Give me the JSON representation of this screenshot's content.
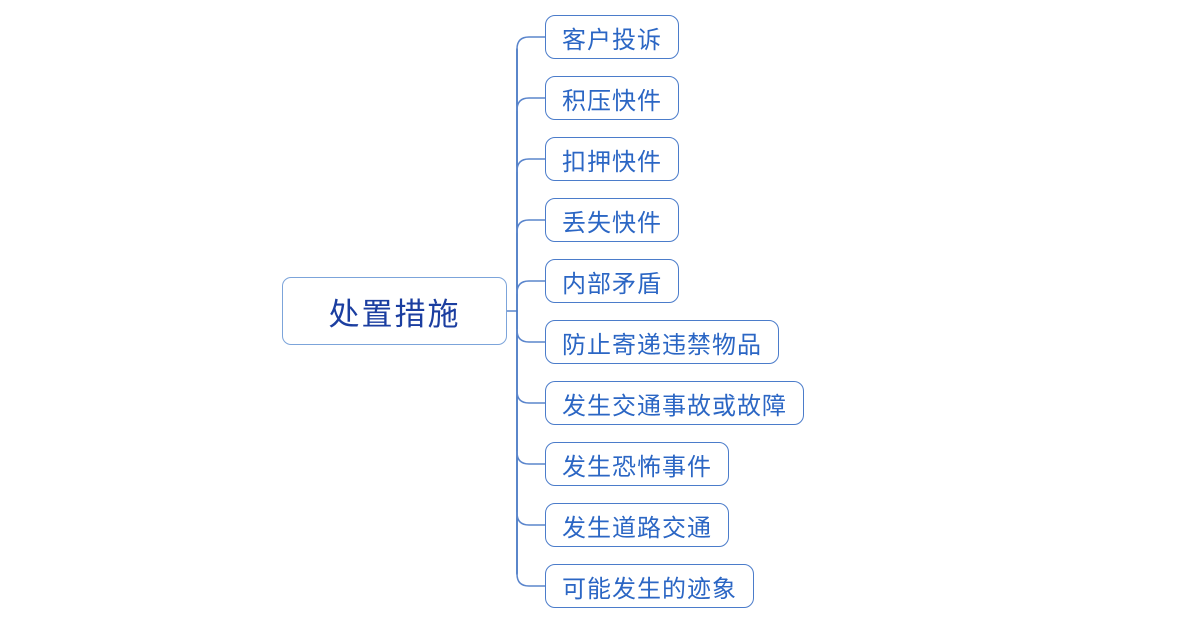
{
  "page": {
    "background": "#ffffff",
    "description": "Mind map diagram, single root with right-side children"
  },
  "colors": {
    "root_border": "#7ca4da",
    "root_text": "#1b3ea0",
    "child_border": "#4b7cca",
    "child_text": "#2b66c4",
    "connector": "#5a85cc",
    "trunk": "#4878c4"
  },
  "diagram": {
    "type": "mindmap",
    "root": {
      "label": "处置措施"
    },
    "children": [
      {
        "label": "客户投诉"
      },
      {
        "label": "积压快件"
      },
      {
        "label": "扣押快件"
      },
      {
        "label": "丢失快件"
      },
      {
        "label": "内部矛盾"
      },
      {
        "label": "防止寄递违禁物品"
      },
      {
        "label": "发生交通事故或故障"
      },
      {
        "label": "发生恐怖事件"
      },
      {
        "label": "发生道路交通"
      },
      {
        "label": "可能发生的迹象"
      }
    ]
  }
}
